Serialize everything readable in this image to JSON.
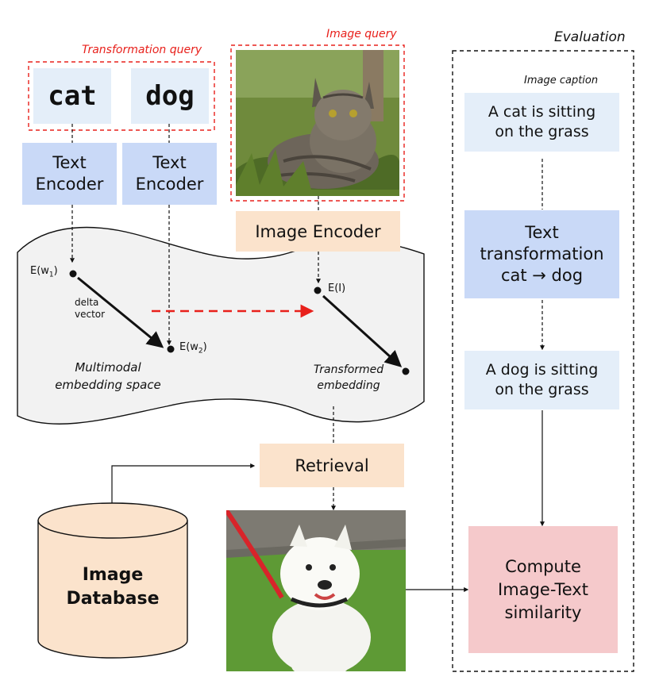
{
  "transformation_query": {
    "label": "Transformation query",
    "word1": "cat",
    "word2": "dog"
  },
  "image_query": {
    "label": "Image query"
  },
  "encoders": {
    "text_encoder_1": "Text Encoder",
    "text_encoder_2": "Text Encoder",
    "image_encoder": "Image Encoder"
  },
  "embedding_space": {
    "label": "Multimodal embedding space",
    "e_w1": "E(w",
    "e_w1_sub": "1",
    "e_w2": "E(w",
    "e_w2_sub": "2",
    "e_close": ")",
    "e_i": "E(I)",
    "delta_vector": "delta vector",
    "transformed": "Transformed embedding"
  },
  "retrieval": "Retrieval",
  "image_database": "Image Database",
  "evaluation": {
    "label": "Evaluation",
    "caption_label": "Image caption",
    "caption_in": "A cat is sitting on the grass",
    "text_transformation": "Text transformation",
    "transformation_rule": "cat → dog",
    "caption_out": "A dog is sitting on the grass",
    "compute": "Compute Image-Text similarity"
  },
  "colors": {
    "red_dashed": "#e8201b",
    "light_blue": "#e4eef9",
    "encoder_blue": "#c9d9f7",
    "peach": "#fbe3cc",
    "pink": "#f5c9cb",
    "space_fill": "#f2f2f2"
  },
  "icons": {
    "cat_photo": "cat-photo",
    "dog_photo": "dog-photo"
  }
}
